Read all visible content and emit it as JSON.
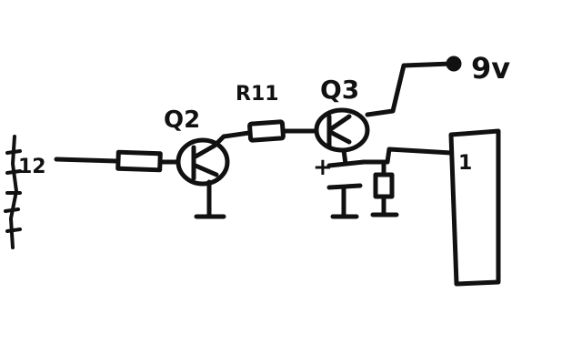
{
  "labels": {
    "pin": "12",
    "resistor": "R11",
    "transistor_q2": "Q2",
    "transistor_q3": "Q3",
    "supply": "9v",
    "plus": "+",
    "load": "1"
  },
  "colors": {
    "ink": "#111111",
    "background": "#ffffff"
  }
}
